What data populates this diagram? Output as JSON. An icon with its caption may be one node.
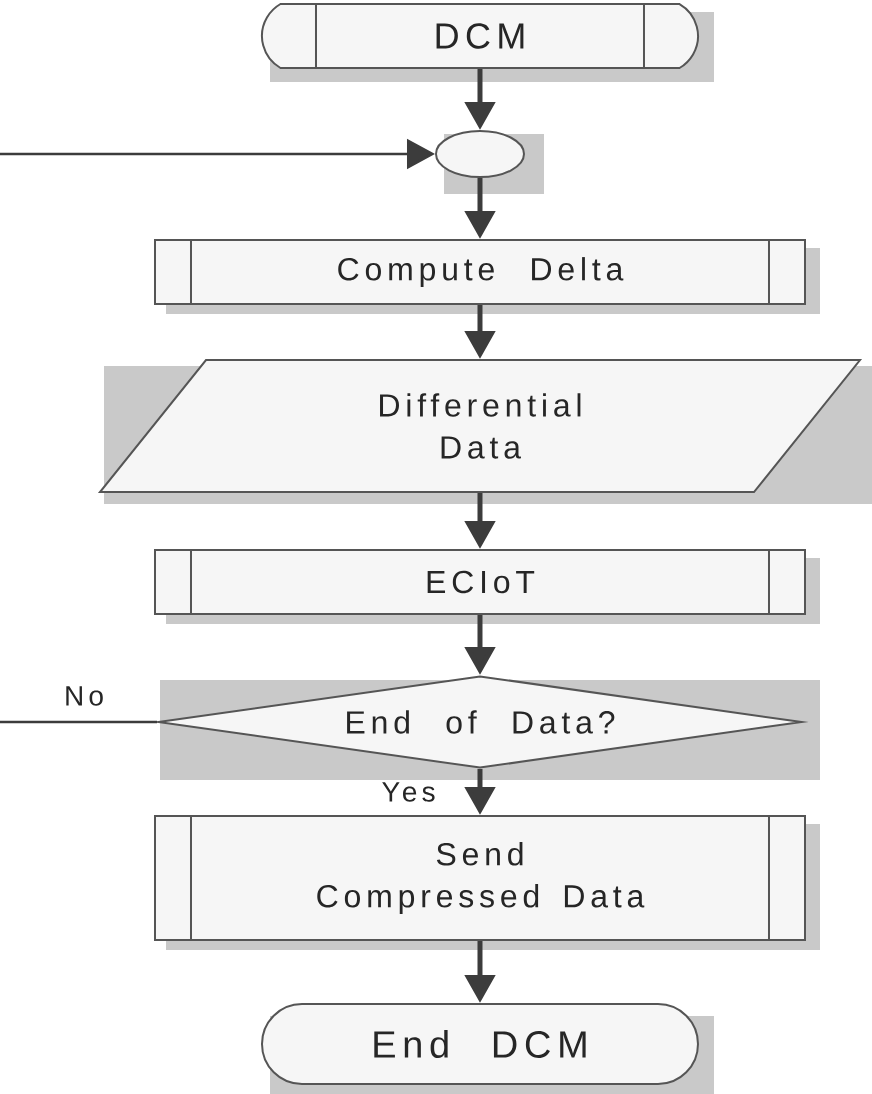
{
  "diagram": {
    "nodes": [
      {
        "text": [
          "DCM"
        ]
      },
      {
        "text": [],
        "shape": "circle"
      },
      {
        "text": [
          "Compute Delta"
        ]
      },
      {
        "text": [
          "Differential Data"
        ]
      },
      {
        "text": [
          "ECIoT"
        ]
      },
      {
        "text": [
          "End of Data?"
        ]
      },
      {
        "text": [
          "Send Compressed Data"
        ]
      },
      {
        "text": [
          "End DCM"
        ]
      }
    ],
    "edges": [
      {
        "from": 0,
        "to": 1,
        "arrow": "to"
      },
      {
        "from": 1,
        "to": 2,
        "arrow": "to"
      },
      {
        "from": 2,
        "to": 3,
        "arrow": "to"
      },
      {
        "from": 3,
        "to": 4,
        "arrow": "to"
      },
      {
        "from": 4,
        "to": 5,
        "arrow": "to"
      },
      {
        "from": 5,
        "to": 6,
        "arrow": "to",
        "label": "Yes"
      },
      {
        "from": 6,
        "to": 7,
        "arrow": "to"
      },
      {
        "from": 5,
        "to": null,
        "arrow": "none",
        "label": "No"
      },
      {
        "from": null,
        "to": 1,
        "arrow": "to"
      }
    ]
  }
}
